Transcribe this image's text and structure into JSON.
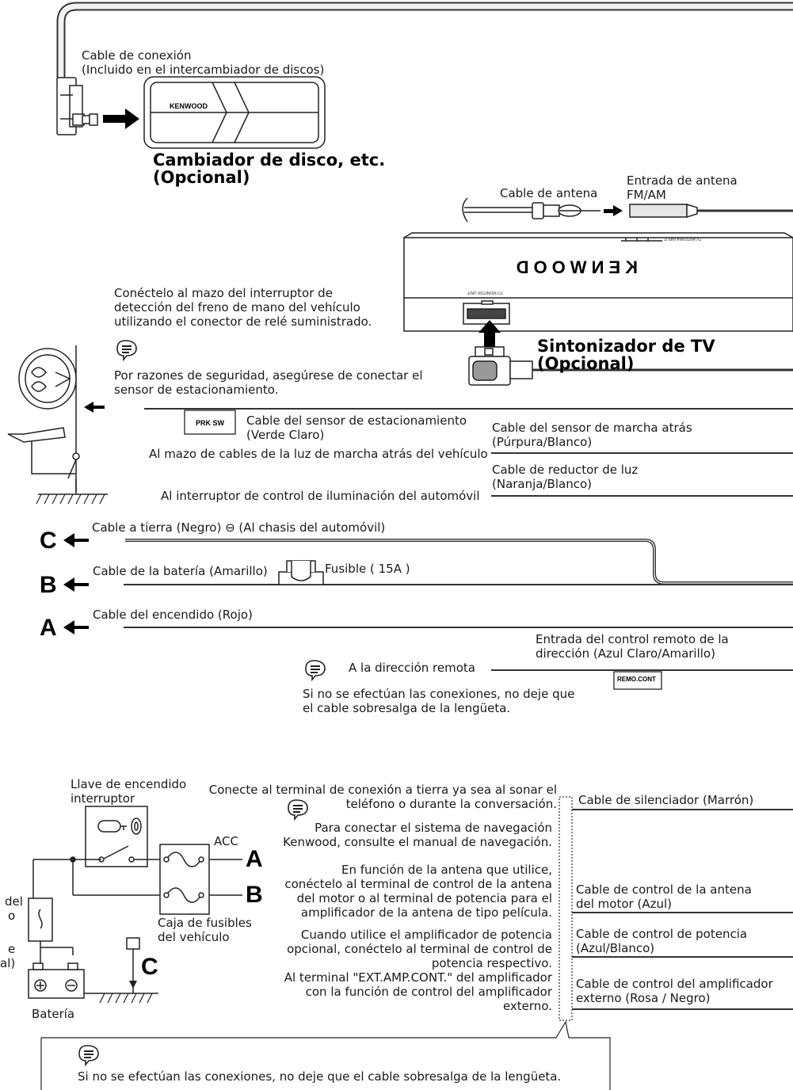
{
  "top_section": {
    "connection_cable": [
      "Cable de conexión",
      "(Incluido en el intercambiador de discos)"
    ],
    "changer_brand": "KENWOOD",
    "changer_title": [
      "Cambiador de disco, etc.",
      "(Opcional)"
    ],
    "antenna_cable": "Cable de antena",
    "antenna_input": [
      "Entrada de antena",
      "FM/AM"
    ],
    "tuner_brand": "KENWOOD",
    "tuner_tiny_1": "TV ANTENNA INPUT",
    "tuner_tiny_2": "TO MONITOR UNIT",
    "tuner_title": [
      "Sintonizador de TV",
      "(Opcional)"
    ]
  },
  "middle_section": {
    "brake_note": [
      "Conéctelo al mazo del interruptor de",
      "detección del freno de mano del vehículo",
      "utilizando el conector de relé suministrado."
    ],
    "safety_note": [
      "Por razones de seguridad, asegúrese de conectar el",
      "sensor de estacionamiento."
    ],
    "prk_sw_label": "PRK SW",
    "parking_cable": [
      "Cable del sensor de estacionamiento",
      "(Verde Claro)"
    ],
    "reverse_harness": "Al mazo de cables de la luz de marcha atrás del vehículo",
    "reverse_cable": [
      "Cable del sensor de marcha atrás",
      "(Púrpura/Blanco)"
    ],
    "illum_switch": "Al interruptor de control de iluminación del automóvil",
    "dimmer_cable": [
      "Cable de reductor de luz",
      "(Naranja/Blanco)"
    ],
    "letters": {
      "c": "C",
      "b": "B",
      "a": "A"
    },
    "ground_cable": "Cable a tierra (Negro) ⊖ (Al chasis del automóvil)",
    "battery_cable": "Cable de la batería (Amarillo)",
    "fuse": "Fusible ( 15A )",
    "ignition_cable": "Cable del encendido (Rojo)",
    "remote_input": [
      "Entrada del control remoto de la",
      "dirección (Azul Claro/Amarillo)"
    ],
    "remote_dir": "A la dirección remota",
    "remo_cont": "REMO.CONT",
    "remote_note": [
      "Si no se efectúan las conexiones, no deje que",
      "el cable sobresalga de la lengüeta."
    ]
  },
  "bottom_section": {
    "ignition_key": [
      "Llave de encendido",
      "interruptor"
    ],
    "acc": "ACC",
    "fuse_box": [
      "Caja de fusibles",
      "del vehículo"
    ],
    "battery": "Batería",
    "left_frag_1": "del",
    "left_frag_2": "o",
    "left_frag_3": "e",
    "left_frag_4": "al)",
    "phone_note": [
      "Conecte al terminal de conexión a tierra ya sea al sonar el",
      "teléfono o durante la conversación."
    ],
    "mute_cable": "Cable de silenciador (Marrón)",
    "nav_note": [
      "Para conectar el sistema de navegación",
      "Kenwood, consulte el manual de navegación."
    ],
    "antenna_note": [
      "En función de la antena que utilice,",
      "conéctelo al terminal de control de la antena",
      "del motor o al terminal de potencia para el",
      "amplificador de la antena de tipo película."
    ],
    "motor_antenna_cable": [
      "Cable de control de la antena",
      "del motor (Azul)"
    ],
    "amp_note": [
      "Cuando utilice el amplificador de potencia",
      "opcional, conéctelo al terminal de control de",
      "potencia respectivo."
    ],
    "power_cable": [
      "Cable de control de potencia",
      "(Azul/Blanco)"
    ],
    "ext_amp_note": [
      "Al terminal \"EXT.AMP.CONT.\" del amplificador",
      "con la función de control del amplificador",
      "externo."
    ],
    "ext_amp_cable": [
      "Cable de control del amplificador",
      "externo (Rosa / Negro)"
    ],
    "bottom_note": "Si no se efectúan las conexiones, no deje que el cable sobresalga de la lengüeta."
  },
  "icons": [
    "note-icon",
    "arrow-right-icon",
    "arrow-left-icon",
    "arrow-up-icon",
    "key-icon",
    "fuse-icon",
    "battery-icon",
    "ground-icon"
  ]
}
